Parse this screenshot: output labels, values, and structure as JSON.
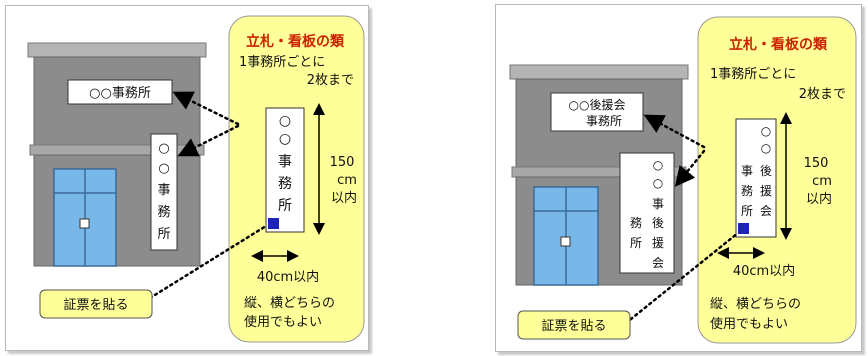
{
  "colors": {
    "building": "#8c8c8c",
    "roof": "#b4b4b4",
    "door": "#78b8e8",
    "callout": "#ffff99",
    "title": "#cc2200",
    "stamp": "#1e24b8"
  },
  "panels": [
    {
      "signboard": "○○事務所",
      "vertical_sign": [
        "○",
        "○",
        "事",
        "務",
        "所"
      ],
      "callout": {
        "title": "立札・看板の類",
        "count_line1": "1事務所ごとに",
        "count_line2": "2枚まで",
        "sample_columns": [
          [
            "○",
            "○",
            "事",
            "務",
            "所"
          ]
        ],
        "height_value": "150",
        "height_unit": "cm",
        "height_limit": "以内",
        "width_label": "40cm以内",
        "note_line1": "縦、横どちらの",
        "note_line2": "使用でもよい"
      },
      "stamp_label": "証票を貼る"
    },
    {
      "signboard_line1": "○○後援会",
      "signboard_line2": "事務所",
      "vertical_sign_columns": [
        [
          "○",
          "○",
          "事",
          "務",
          "所"
        ],
        [
          "後",
          "援",
          "会"
        ]
      ],
      "callout": {
        "title": "立札・看板の類",
        "count_line1": "1事務所ごとに",
        "count_line2": "2枚まで",
        "sample_columns": [
          [
            "○",
            "○",
            "事",
            "務",
            "所"
          ],
          [
            "後",
            "援",
            "会"
          ]
        ],
        "height_value": "150",
        "height_unit": "cm",
        "height_limit": "以内",
        "width_label": "40cm以内",
        "note_line1": "縦、横どちらの",
        "note_line2": "使用でもよい"
      },
      "stamp_label": "証票を貼る"
    }
  ]
}
